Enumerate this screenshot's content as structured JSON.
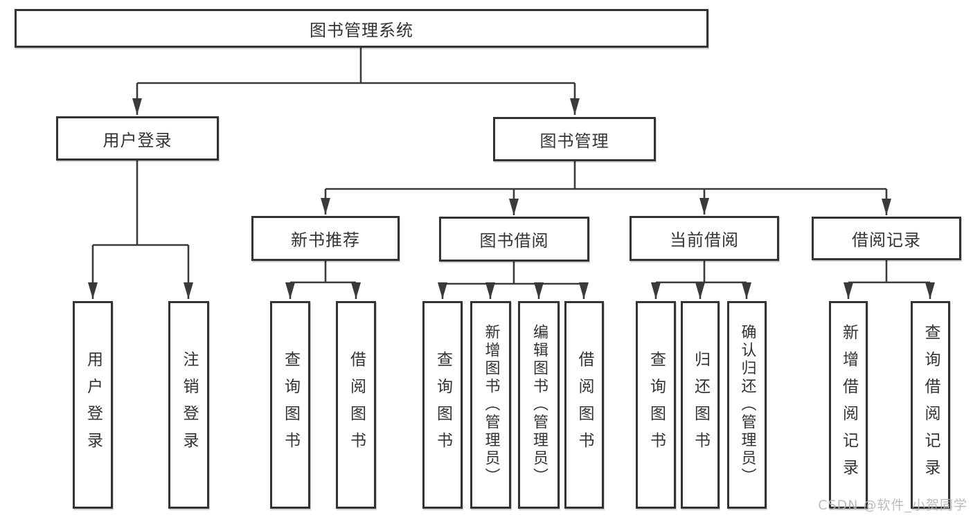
{
  "diagram": {
    "root": {
      "label": "图书管理系统"
    },
    "level2": [
      {
        "label": "用户登录"
      },
      {
        "label": "图书管理"
      }
    ],
    "level3": [
      {
        "label": "新书推荐"
      },
      {
        "label": "图书借阅"
      },
      {
        "label": "当前借阅"
      },
      {
        "label": "借阅记录"
      }
    ],
    "leaves": [
      {
        "label": "用户登录",
        "parent": "用户登录"
      },
      {
        "label": "注销登录",
        "parent": "用户登录"
      },
      {
        "label": "查询图书",
        "parent": "新书推荐"
      },
      {
        "label": "借阅图书",
        "parent": "新书推荐"
      },
      {
        "label": "查询图书",
        "parent": "图书借阅"
      },
      {
        "label": "新增图书（管理员）",
        "parent": "图书借阅"
      },
      {
        "label": "编辑图书（管理员）",
        "parent": "图书借阅"
      },
      {
        "label": "借阅图书",
        "parent": "图书借阅"
      },
      {
        "label": "查询图书",
        "parent": "当前借阅"
      },
      {
        "label": "归还图书",
        "parent": "当前借阅"
      },
      {
        "label": "确认归还（管理员）",
        "parent": "当前借阅"
      },
      {
        "label": "新增借阅记录",
        "parent": "借阅记录"
      },
      {
        "label": "查询借阅记录",
        "parent": "借阅记录"
      }
    ]
  },
  "watermark": "CSDN @软件_小贺同学",
  "colors": {
    "line": "#3a3a3a",
    "border": "#333333",
    "text": "#333333",
    "watermark": "#b5b5b5",
    "background": "#ffffff"
  }
}
